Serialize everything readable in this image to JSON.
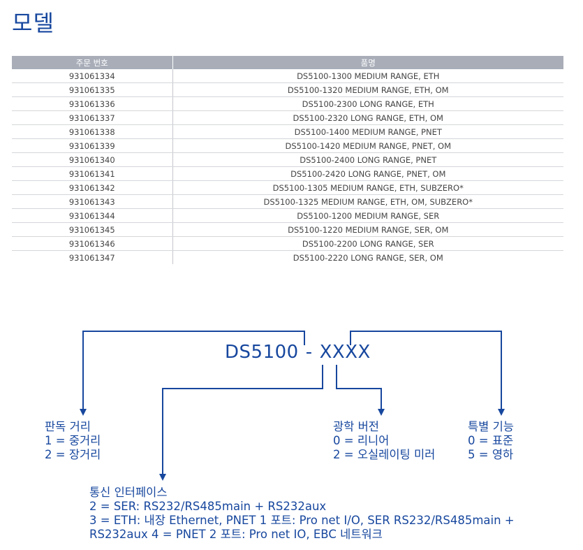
{
  "page": {
    "title": "모델"
  },
  "table": {
    "headers": [
      "주문 번호",
      "품명"
    ],
    "rows": [
      [
        "931061334",
        "DS5100-1300 MEDIUM RANGE, ETH"
      ],
      [
        "931061335",
        "DS5100-1320 MEDIUM RANGE, ETH, OM"
      ],
      [
        "931061336",
        "DS5100-2300 LONG RANGE, ETH"
      ],
      [
        "931061337",
        "DS5100-2320 LONG RANGE, ETH, OM"
      ],
      [
        "931061338",
        "DS5100-1400 MEDIUM RANGE, PNET"
      ],
      [
        "931061339",
        "DS5100-1420 MEDIUM RANGE, PNET, OM"
      ],
      [
        "931061340",
        "DS5100-2400 LONG RANGE, PNET"
      ],
      [
        "931061341",
        "DS5100-2420 LONG RANGE, PNET, OM"
      ],
      [
        "931061342",
        "DS5100-1305 MEDIUM RANGE, ETH, SUBZERO*"
      ],
      [
        "931061343",
        "DS5100-1325 MEDIUM RANGE, ETH, OM, SUBZERO*"
      ],
      [
        "931061344",
        "DS5100-1200 MEDIUM RANGE, SER"
      ],
      [
        "931061345",
        "DS5100-1220 MEDIUM RANGE, SER, OM"
      ],
      [
        "931061346",
        "DS5100-2200 LONG RANGE, SER"
      ],
      [
        "931061347",
        "DS5100-2220 LONG RANGE, SER, OM"
      ]
    ]
  },
  "diagram": {
    "code_prefix": "DS5100",
    "code_separator": "-",
    "code_suffix": "XXXX",
    "reading_distance": {
      "title": "판독 거리",
      "options": [
        "1 = 중거리",
        "2 = 장거리"
      ]
    },
    "optics_version": {
      "title": "광학 버전",
      "options": [
        "0 = 리니어",
        "2 = 오실레이팅 미러"
      ]
    },
    "special_function": {
      "title": "특별 기능",
      "options": [
        "0 = 표준",
        "5 = 영하"
      ]
    },
    "interface": {
      "title": "통신 인터페이스",
      "lines": [
        "2 = SER: RS232/RS485main + RS232aux",
        "3 = ETH: 내장 Ethernet, PNET 1 포트: Pro net I/O, SER RS232/RS485main +",
        "RS232aux 4 = PNET 2 포트: Pro net IO, EBC 네트워크"
      ]
    },
    "line_color": "#17479e"
  }
}
